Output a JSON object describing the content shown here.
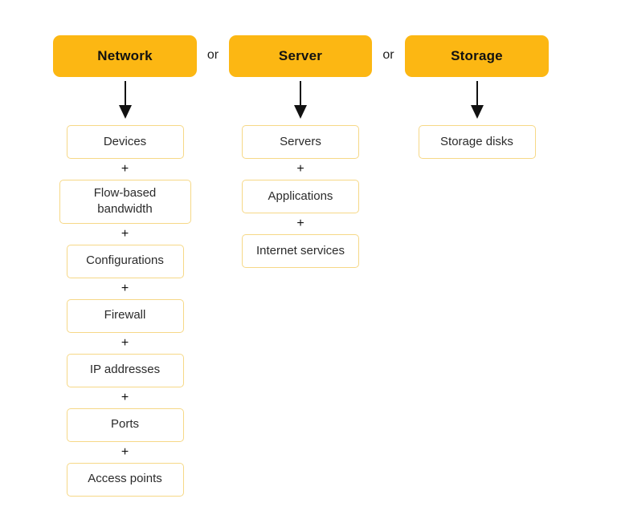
{
  "diagram": {
    "or_label": "or",
    "plus_label": "+",
    "columns": [
      {
        "header": "Network",
        "items": [
          "Devices",
          "Flow-based bandwidth",
          "Configurations",
          "Firewall",
          "IP addresses",
          "Ports",
          "Access points"
        ]
      },
      {
        "header": "Server",
        "items": [
          "Servers",
          "Applications",
          "Internet services"
        ]
      },
      {
        "header": "Storage",
        "items": [
          "Storage disks"
        ]
      }
    ],
    "colors": {
      "header_bg": "#FCB713",
      "item_border": "#F6D887",
      "arrow": "#111111",
      "text": "#1F1F1F"
    }
  }
}
